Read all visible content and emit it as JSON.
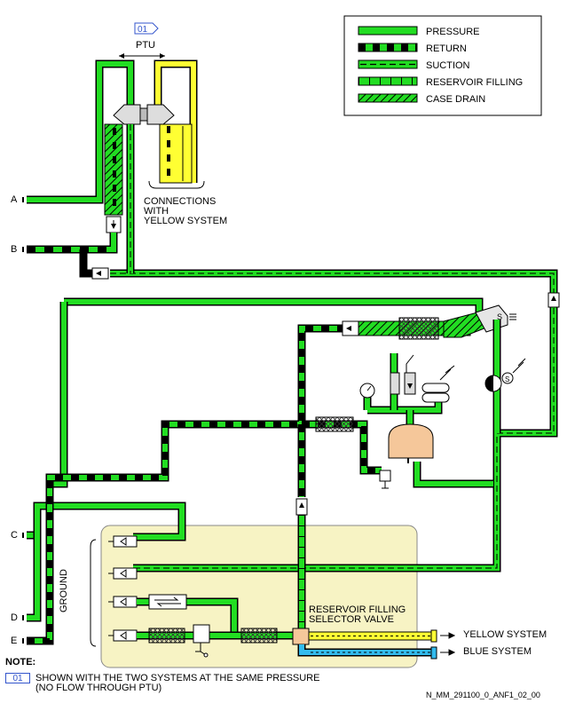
{
  "legend": {
    "items": [
      {
        "pattern": "pressure",
        "label": "PRESSURE"
      },
      {
        "pattern": "return",
        "label": "RETURN"
      },
      {
        "pattern": "suction",
        "label": "SUCTION"
      },
      {
        "pattern": "reservoir-filling",
        "label": "RESERVOIR FILLING"
      },
      {
        "pattern": "case-drain",
        "label": "CASE DRAIN"
      }
    ]
  },
  "ptu": {
    "badge": "01",
    "label": "PTU"
  },
  "connections_label": [
    "CONNECTIONS",
    "WITH",
    "YELLOW SYSTEM"
  ],
  "ports": {
    "a": "A",
    "b": "B",
    "c": "C",
    "d": "D",
    "e": "E"
  },
  "ground_label": "GROUND",
  "selector_valve_label": [
    "RESERVOIR FILLING",
    "SELECTOR VALVE"
  ],
  "yellow_system": "YELLOW SYSTEM",
  "blue_system": "BLUE SYSTEM",
  "note": {
    "title": "NOTE:",
    "badge": "01",
    "lines": [
      "SHOWN WITH THE TWO SYSTEMS AT THE SAME PRESSURE",
      "(NO FLOW THROUGH PTU)"
    ]
  },
  "ref_code": "N_MM_291100_0_ANF1_02_00",
  "colors": {
    "green": "#22dd22",
    "yellow": "#ffff33",
    "blue": "#33bbee",
    "ground_panel": "#f7f3c4",
    "reservoir": "#f5c79a",
    "badge_border": "#3355cc"
  }
}
